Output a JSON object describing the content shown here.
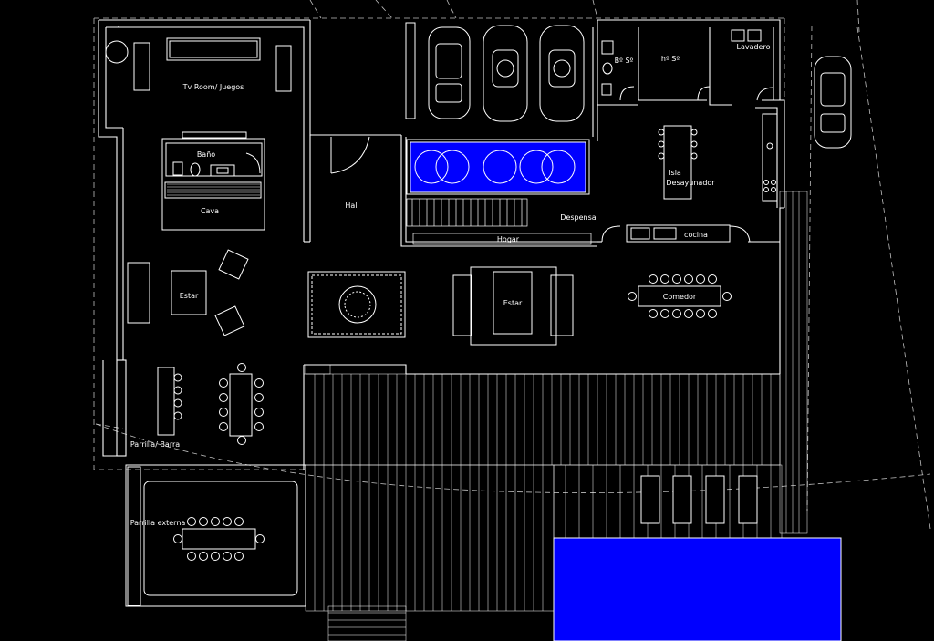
{
  "rooms": {
    "tv_room": "Tv Room/ Juegos",
    "bano": "Baño",
    "cava": "Cava",
    "hall": "Hall",
    "bano_servicio": "Bº Sº",
    "hab_servicio": "hº Sº",
    "lavadero": "Lavadero",
    "isla_line1": "Isla",
    "isla_line2": "Desayunador",
    "despensa": "Despensa",
    "hogar": "Hogar",
    "cocina": "cocina",
    "estar_left": "Estar",
    "estar_center": "Estar",
    "comedor": "Comedor",
    "parrilla_barra": "Parrilla/ Barra",
    "parrilla_externa": "Parrilla externa"
  },
  "colors": {
    "background": "#000000",
    "lines": "#ffffff",
    "dashed": "#bfbfbf",
    "water": "#0000ff",
    "tree_outline": "#ffffff"
  }
}
